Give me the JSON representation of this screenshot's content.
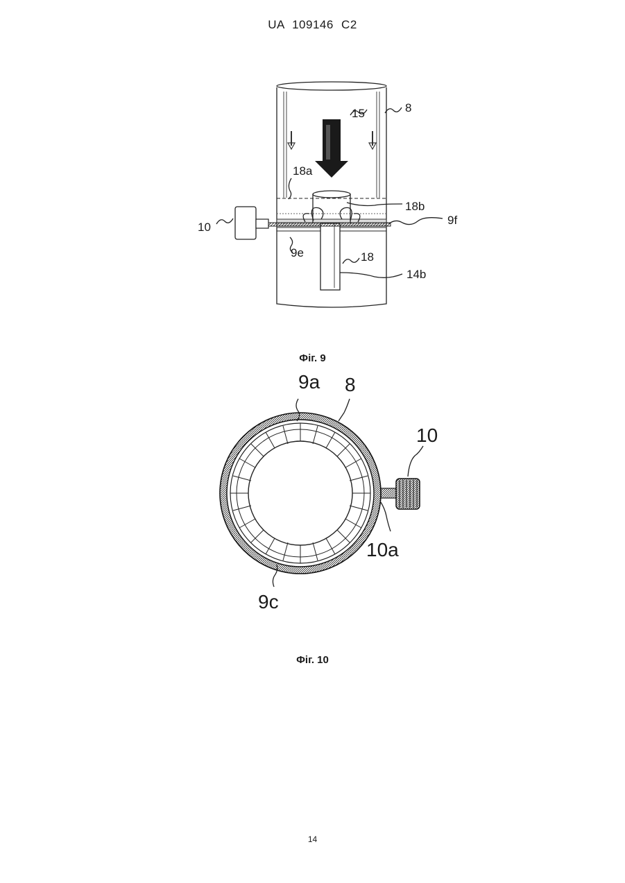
{
  "header": "UA   109146   C2",
  "figure9": {
    "caption": "Фіг. 9",
    "labels": {
      "l15": "15",
      "l8": "8",
      "l18a": "18a",
      "l18b": "18b",
      "l9f": "9f",
      "l10": "10",
      "l9e": "9e",
      "l18": "18",
      "l14b": "14b"
    }
  },
  "figure10": {
    "caption": "Фіг. 10",
    "labels": {
      "l9a": "9a",
      "l8": "8",
      "l10": "10",
      "l10a": "10a",
      "l9c": "9c"
    }
  },
  "page_number": "14"
}
